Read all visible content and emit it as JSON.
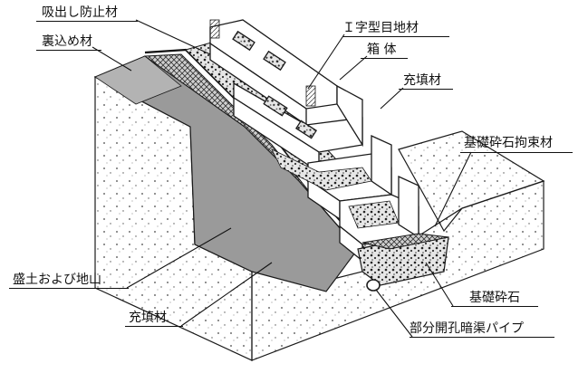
{
  "labels": {
    "suction_prevention": "吸出し防止材",
    "backfill_material": "裏込め材",
    "i_joint": "Ｉ字型目地材",
    "box_body": "箱 体",
    "filler_top": "充填材",
    "foundation_restraint": "基礎砕石拘束材",
    "embankment_ground": "盛土および地山",
    "filler_bottom": "充填材",
    "foundation_stone": "基礎砕石",
    "drain_pipe": "部分開孔暗渠パイプ"
  },
  "colors": {
    "line": "#1a1a1a",
    "concrete": "#ffffff",
    "slope_gray": "#9a9a9a",
    "cell_gravel": "#d6d6d6"
  }
}
